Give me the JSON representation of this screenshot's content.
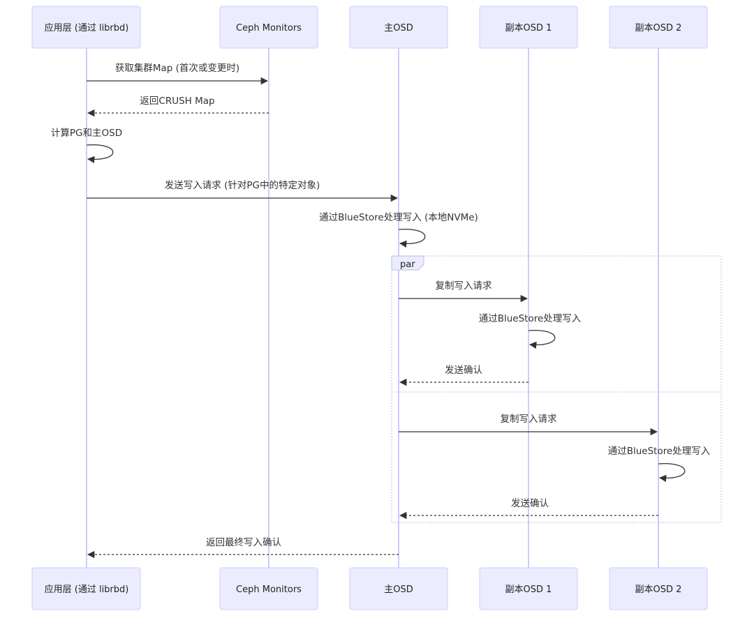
{
  "actors": [
    {
      "id": "app",
      "label": "应用层 (通过 librbd)"
    },
    {
      "id": "mon",
      "label": "Ceph Monitors"
    },
    {
      "id": "osd0",
      "label": "主OSD"
    },
    {
      "id": "osd1",
      "label": "副本OSD 1"
    },
    {
      "id": "osd2",
      "label": "副本OSD 2"
    }
  ],
  "messages": [
    {
      "from": "app",
      "to": "mon",
      "text": "获取集群Map (首次或变更时)",
      "style": "solid"
    },
    {
      "from": "mon",
      "to": "app",
      "text": "返回CRUSH Map",
      "style": "dashed"
    },
    {
      "from": "app",
      "to": "app",
      "text": "计算PG和主OSD",
      "style": "solid"
    },
    {
      "from": "app",
      "to": "osd0",
      "text": "发送写入请求 (针对PG中的特定对象)",
      "style": "solid"
    },
    {
      "from": "osd0",
      "to": "osd0",
      "text": "通过BlueStore处理写入 (本地NVMe)",
      "style": "solid"
    },
    {
      "from": "osd0",
      "to": "osd1",
      "text": "复制写入请求",
      "style": "solid"
    },
    {
      "from": "osd1",
      "to": "osd1",
      "text": "通过BlueStore处理写入",
      "style": "solid"
    },
    {
      "from": "osd1",
      "to": "osd0",
      "text": "发送确认",
      "style": "dashed"
    },
    {
      "from": "osd0",
      "to": "osd2",
      "text": "复制写入请求",
      "style": "solid"
    },
    {
      "from": "osd2",
      "to": "osd2",
      "text": "通过BlueStore处理写入",
      "style": "solid"
    },
    {
      "from": "osd2",
      "to": "osd0",
      "text": "发送确认",
      "style": "dashed"
    },
    {
      "from": "osd0",
      "to": "app",
      "text": "返回最终写入确认",
      "style": "dashed"
    }
  ],
  "par_block": {
    "label": "par"
  }
}
